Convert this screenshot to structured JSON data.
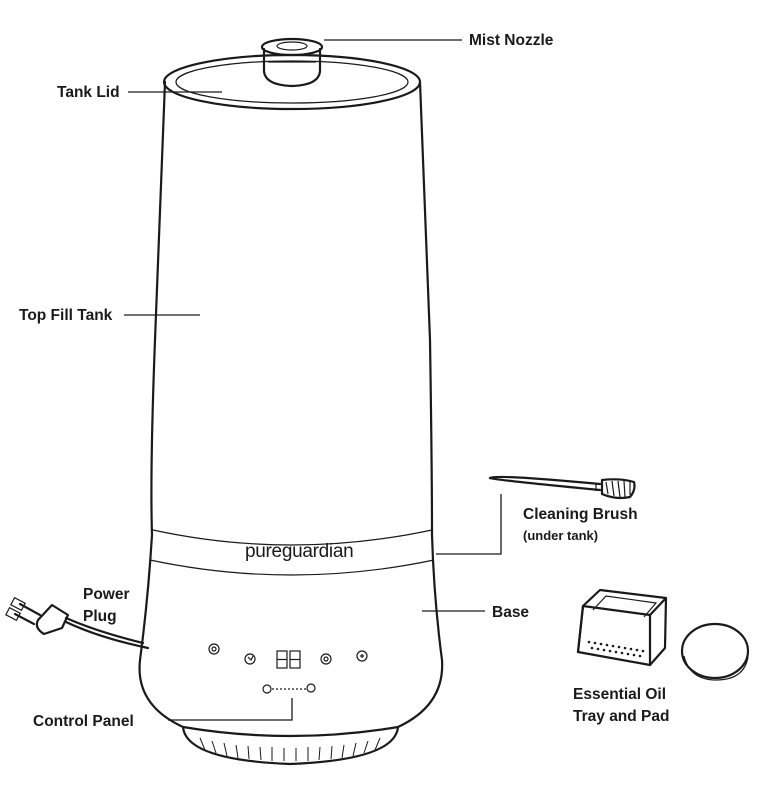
{
  "diagram": {
    "brand": "pureguardian",
    "labels": {
      "mist_nozzle": "Mist Nozzle",
      "tank_lid": "Tank Lid",
      "top_fill_tank": "Top Fill Tank",
      "cleaning_brush": "Cleaning Brush",
      "cleaning_brush_note": "(under tank)",
      "power_plug_line1": "Power",
      "power_plug_line2": "Plug",
      "base": "Base",
      "control_panel": "Control Panel",
      "essential_oil_line1": "Essential Oil",
      "essential_oil_line2": "Tray and Pad"
    },
    "display_digits": "88"
  },
  "colors": {
    "ink": "#1a1a1a",
    "background": "#ffffff"
  }
}
